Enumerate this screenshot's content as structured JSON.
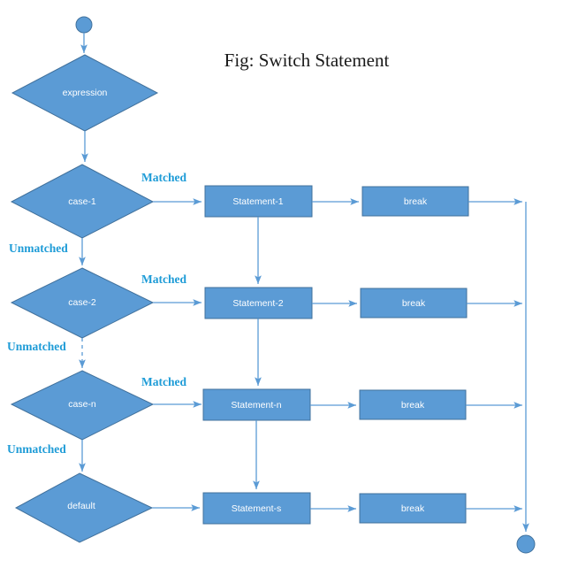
{
  "title": "Fig: Switch Statement",
  "colors": {
    "node_fill": "#5B9BD5",
    "node_stroke": "#41719C",
    "edge": "#5B9BD5",
    "edge_label": "#1F9CD7",
    "node_text": "#ffffff",
    "title_text": "#1a1a1a",
    "background": "#ffffff"
  },
  "nodes": {
    "start": {
      "label": "",
      "shape": "circle"
    },
    "expression": {
      "label": "expression",
      "shape": "diamond"
    },
    "case1": {
      "label": "case-1",
      "shape": "diamond"
    },
    "case2": {
      "label": "case-2",
      "shape": "diamond"
    },
    "casen": {
      "label": "case-n",
      "shape": "diamond"
    },
    "default": {
      "label": "default",
      "shape": "diamond"
    },
    "statement1": {
      "label": "Statement-1",
      "shape": "rect"
    },
    "statement2": {
      "label": "Statement-2",
      "shape": "rect"
    },
    "statementn": {
      "label": "Statement-n",
      "shape": "rect"
    },
    "statements": {
      "label": "Statement-s",
      "shape": "rect"
    },
    "break1": {
      "label": "break",
      "shape": "rect"
    },
    "break2": {
      "label": "break",
      "shape": "rect"
    },
    "breakn": {
      "label": "break",
      "shape": "rect"
    },
    "breaks": {
      "label": "break",
      "shape": "rect"
    },
    "end": {
      "label": "",
      "shape": "circle"
    }
  },
  "edge_labels": {
    "matched_1": "Matched",
    "matched_2": "Matched",
    "matched_n": "Matched",
    "unmatched_1": "Unmatched",
    "unmatched_2": "Unmatched",
    "unmatched_n": "Unmatched"
  }
}
